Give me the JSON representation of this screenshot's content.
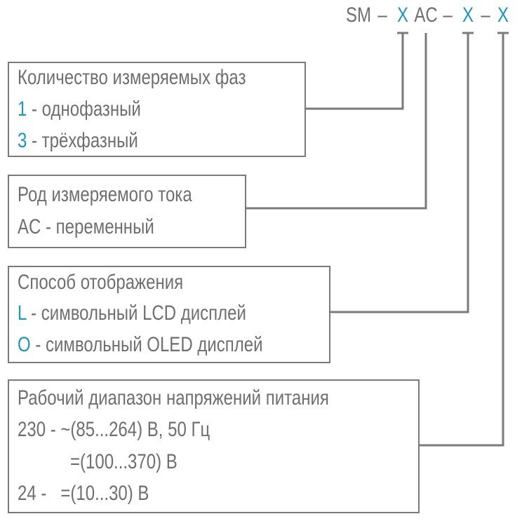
{
  "code": {
    "sm": "SM",
    "dash": "–",
    "x": "X",
    "ac": "AC"
  },
  "colors": {
    "text": "#6f6f6f",
    "accent": "#1c96c3",
    "line": "#7a7a7a"
  },
  "phases": {
    "title": "Количество измеряемых фаз",
    "options": [
      {
        "key": "1",
        "label": " - однофазный"
      },
      {
        "key": "3",
        "label": " - трёхфазный"
      }
    ]
  },
  "current": {
    "title": "Род измеряемого тока",
    "line": "AC - переменный"
  },
  "display": {
    "title": "Способ отображения",
    "options": [
      {
        "key": "L",
        "label": " - символьный LCD дисплей"
      },
      {
        "key": "O",
        "label": " - символьный OLED дисплей"
      }
    ]
  },
  "voltage": {
    "title": "Рабочий диапазон напряжений питания",
    "lines": [
      "230 - ~(85...264) В, 50 Гц",
      "=(100...370) В",
      "24 -   =(10...30) В"
    ]
  }
}
